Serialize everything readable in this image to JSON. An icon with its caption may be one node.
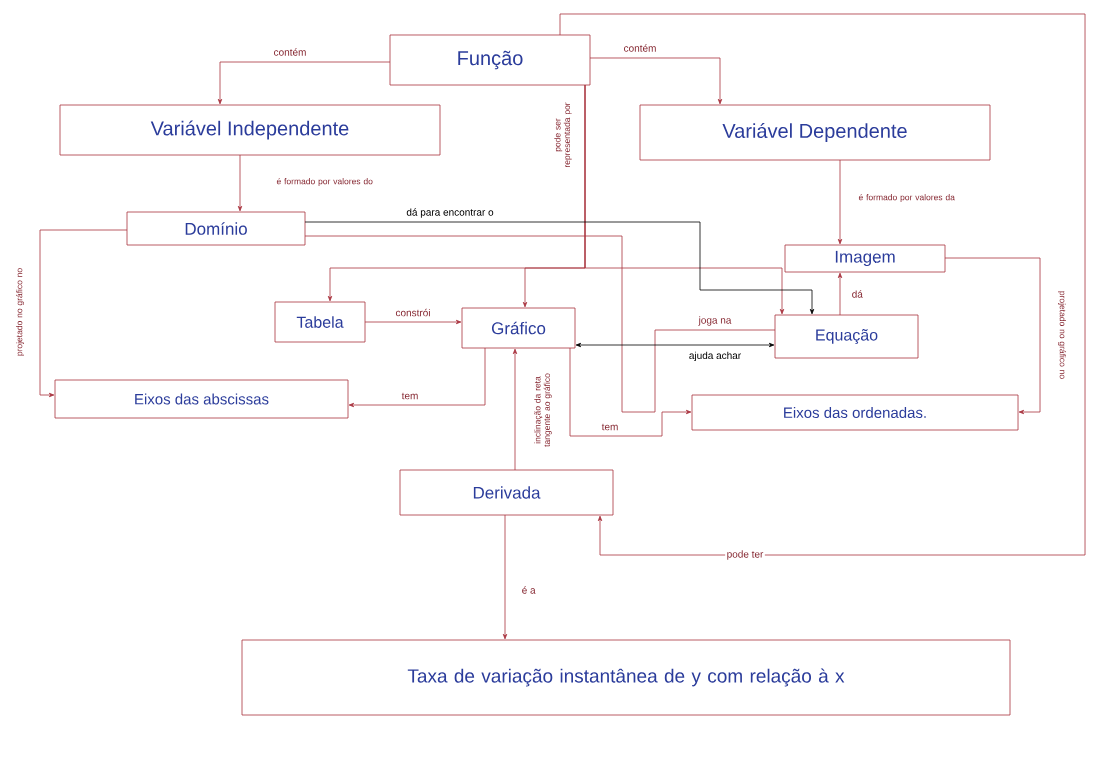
{
  "diagram": {
    "nodes": [
      {
        "text": [
          "Função"
        ]
      },
      {
        "text": [
          "Variável Independente"
        ]
      },
      {
        "text": [
          "Variável Dependente"
        ]
      },
      {
        "text": [
          "Domínio"
        ]
      },
      {
        "text": [
          "Imagem"
        ]
      },
      {
        "text": [
          "Tabela"
        ]
      },
      {
        "text": [
          "Gráfico"
        ]
      },
      {
        "text": [
          "Equação"
        ]
      },
      {
        "text": [
          "Eixos das abscissas"
        ]
      },
      {
        "text": [
          "Eixos das ordenadas."
        ]
      },
      {
        "text": [
          "Derivada"
        ]
      },
      {
        "text": [
          "Taxa de variação instantânea de y com relação à x"
        ]
      }
    ],
    "edges": [
      {
        "from": 0,
        "to": 1,
        "arrow": "to",
        "label": "contém"
      },
      {
        "from": 0,
        "to": 2,
        "arrow": "to",
        "label": "contém"
      },
      {
        "from": 1,
        "to": 3,
        "arrow": "to",
        "label": "é formado por valores do"
      },
      {
        "from": 2,
        "to": 4,
        "arrow": "to",
        "label": "é formado por valores da"
      },
      {
        "from": 0,
        "to": 5,
        "arrow": "to"
      },
      {
        "from": 0,
        "to": 6,
        "arrow": "to",
        "label": "pode ser representada por"
      },
      {
        "from": 0,
        "to": 7,
        "arrow": "to"
      },
      {
        "from": 3,
        "to": 7,
        "arrow": "to",
        "label": "dá para encontrar o",
        "color": "#000000"
      },
      {
        "from": 3,
        "to": 7,
        "arrow": "none",
        "label": "joga na"
      },
      {
        "from": 7,
        "to": 4,
        "arrow": "to",
        "label": "dá"
      },
      {
        "from": 6,
        "to": 7,
        "arrow": "both",
        "label": "ajuda achar",
        "color": "#000000"
      },
      {
        "from": 5,
        "to": 6,
        "arrow": "to",
        "label": "constrói"
      },
      {
        "from": 6,
        "to": 8,
        "arrow": "to",
        "label": "tem"
      },
      {
        "from": 6,
        "to": 9,
        "arrow": "to",
        "label": "tem"
      },
      {
        "from": 3,
        "to": 8,
        "arrow": "to",
        "label": "projetado no gráfico no"
      },
      {
        "from": 4,
        "to": 9,
        "arrow": "to",
        "label": "projetado no gráfico no"
      },
      {
        "from": 10,
        "to": 6,
        "arrow": "to",
        "label": "inclinação da reta tangente ao gráfico"
      },
      {
        "from": 0,
        "to": 10,
        "arrow": "to",
        "label": "pode ter"
      },
      {
        "from": 10,
        "to": 11,
        "arrow": "to",
        "label": "é a"
      }
    ]
  }
}
